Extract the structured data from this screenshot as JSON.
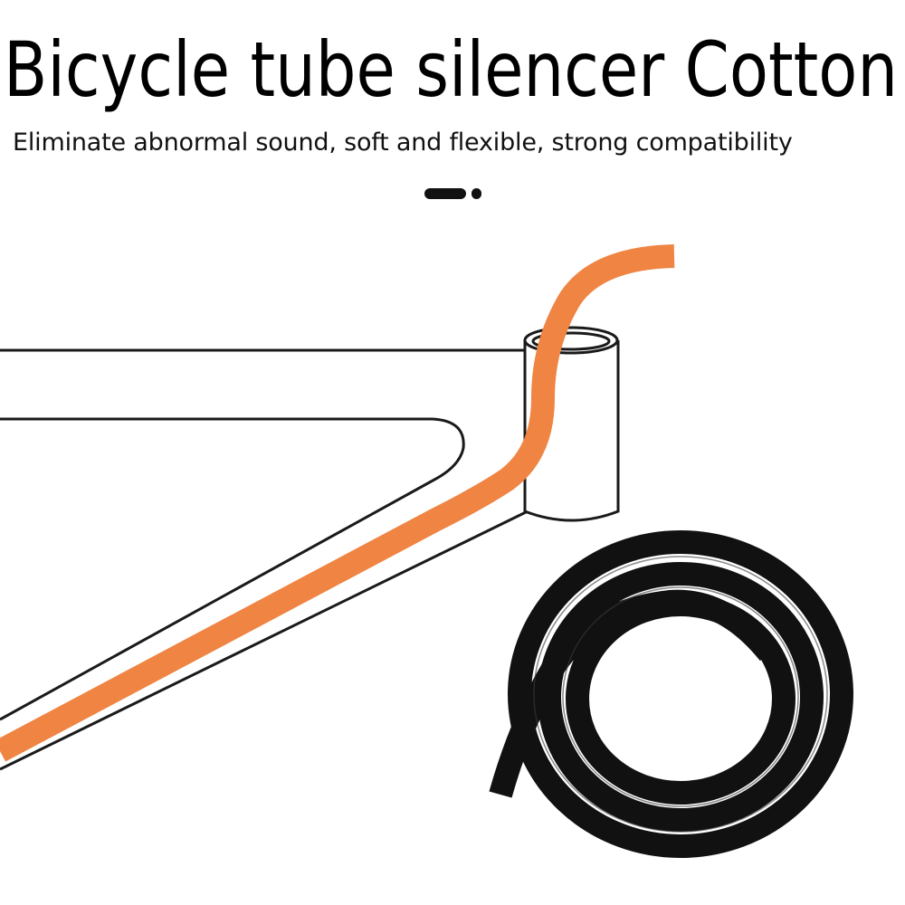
{
  "header": {
    "title": "Bicycle tube silencer Cotton",
    "subtitle": "Eliminate abnormal sound, soft and flexible, strong compatibility"
  },
  "carousel": {
    "active_index": 0,
    "count": 2
  },
  "colors": {
    "cable": "#ef8443",
    "tube": "#111111",
    "outline": "#1a1a1a"
  }
}
